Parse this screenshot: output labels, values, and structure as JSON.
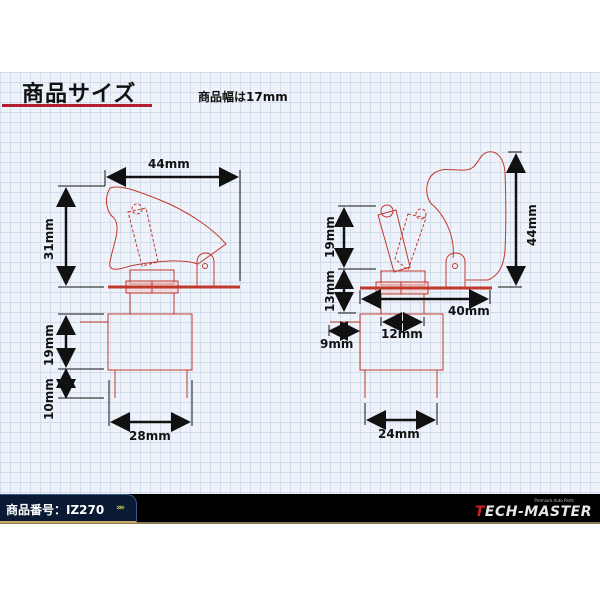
{
  "header": {
    "title": "商品サイズ",
    "note": "商品幅は17mm"
  },
  "left_view": {
    "dims": {
      "width_top": "44mm",
      "height_cover": "31mm",
      "body_height": "19mm",
      "terminal_length": "10mm",
      "body_width": "28mm"
    }
  },
  "right_view": {
    "dims": {
      "cover_height": "44mm",
      "toggle_height": "19mm",
      "bushing_height": "13mm",
      "plate_width": "40mm",
      "bushing_width": "12mm",
      "side_offset": "9mm",
      "body_width": "24mm"
    }
  },
  "colors": {
    "outline": "#c0392b",
    "dim_line": "#111111",
    "grid_bg": "#eef2f9",
    "grid_line": "#d3dcec",
    "accent_underline": "#b21e2e"
  },
  "footer": {
    "product_code_label": "商品番号：IZ270",
    "arrows": "»»",
    "brand_prefix": "T",
    "brand_rest": "ECH-MASTER",
    "brand_sub": "Premium Auto Parts"
  }
}
